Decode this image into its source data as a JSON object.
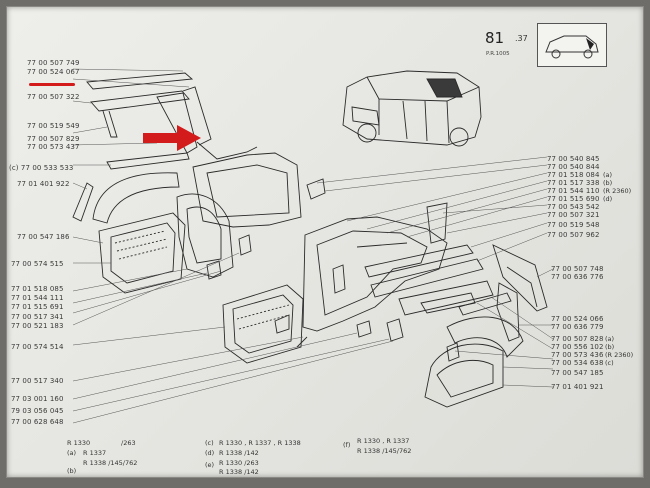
{
  "header": {
    "page_number": "81",
    "page_suffix": ".37",
    "page_ref": "P.R.1005"
  },
  "left_codes": [
    "77 00 507 749",
    "77 00 524 067",
    "77 00 507 322",
    "77 00 519 549",
    "77 00 507 829",
    "77 00 573 437",
    "(c) 77 00 533 533",
    "77 01 401 922",
    "77 00 547 186",
    "77 00 574 515",
    "77 01 518 085",
    "77 01 544 111",
    "77 01 515 691",
    "77 00 517 341",
    "77 00 521 183",
    "77 00 574 514",
    "77 00 517 340",
    "77 03 001 160",
    "79 03 056 045",
    "77 00 628 648"
  ],
  "right_codes": [
    "77 00 540 845",
    "77 00 540 844",
    "77 01 518 084",
    "77 01 517 338",
    "77 01 544 110",
    "77 01 515 690",
    "77 00 543 542",
    "77 00 507 321",
    "77 00 519 548",
    "77 00 507 962",
    "77 00 507 748",
    "77 00 636 776",
    "77 00 524 066",
    "77 00 636 779",
    "77 00 507 828",
    "77 00 556 102",
    "77 00 573 436",
    "77 00 534 638",
    "77 00 547 185",
    "77 01 401 921"
  ],
  "right_tags": [
    "(a)",
    "(b)",
    "(R 2360)",
    "(d)",
    "(a)",
    "(b)",
    "(R 2360)",
    "(c)"
  ],
  "footer": {
    "col1": [
      "R 1330",
      "R 1337",
      "R 1338 /145/762"
    ],
    "col1_tags": [
      "(a)",
      "(b)"
    ],
    "col1_suffix": "/263",
    "col2": [
      "R 1330 , R 1337 , R 1338",
      "R 1338 /142",
      "R 1330 /263",
      "R 1338 /142"
    ],
    "col2_tags": [
      "(c)",
      "(d)",
      "(e)"
    ],
    "col3": [
      "R 1330 , R 1337",
      "R 1338 /145/762"
    ],
    "col3_tags": [
      "(f)"
    ]
  },
  "colors": {
    "highlight": "#d31b1b",
    "ink": "#2b2b2b",
    "paper": "#e9e9e5"
  }
}
